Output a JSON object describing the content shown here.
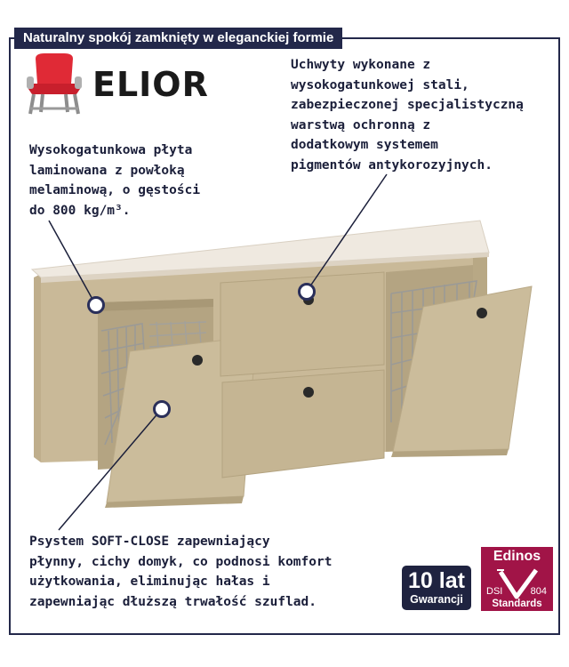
{
  "header": {
    "title": "Naturalny spokój zamknięty w eleganckiej formie"
  },
  "logo": {
    "brand": "ELIOR",
    "icon": "armchair-icon"
  },
  "callouts": {
    "handles": "Uchwyty wykonane z\nwysokogatunkowej stali,\nzabezpieczonej specjalistyczną\nwarstwą ochronną z\ndodatkowym systemem\npigmentów antykorozyjnych.",
    "board": "Wysokogatunkowa płyta\nlaminowana z powłoką\nmelaminową, o gęstości\ndo 800 kg/m³.",
    "soft_close": "Psystem SOFT-CLOSE zapewniający\npłynny, cichy domyk, co podnosi komfort\nużytkowania, eliminując hałas i\nzapewniając dłuższą trwałość szuflad."
  },
  "badges": {
    "warranty_years": "10 lat",
    "warranty_label": "Gwarancji",
    "cert_name": "Edinos",
    "cert_dsi": "DSI",
    "cert_num": "804",
    "cert_standards": "Standards"
  },
  "colors": {
    "frame": "#23284a",
    "cabinet": "#c9b998",
    "cert": "#a11447"
  }
}
